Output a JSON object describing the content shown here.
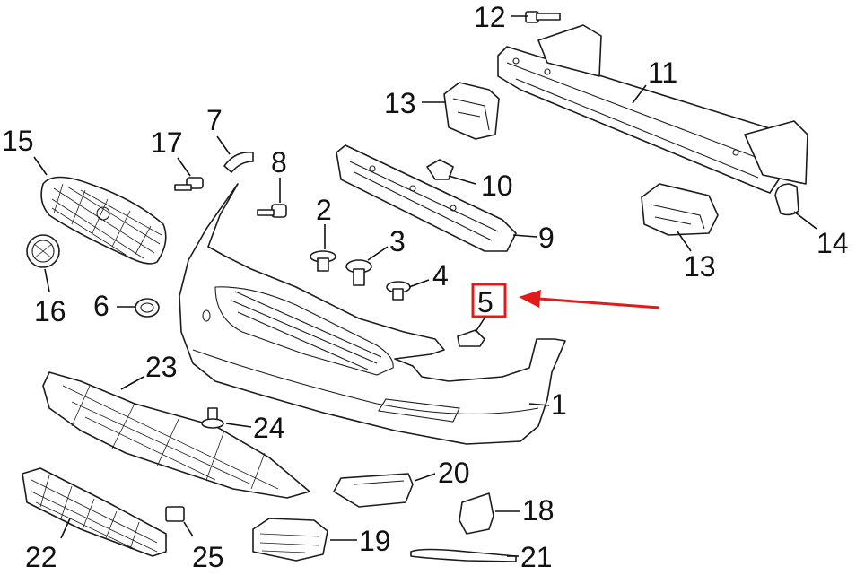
{
  "callouts": [
    {
      "id": "c1",
      "label": "1"
    },
    {
      "id": "c2",
      "label": "2"
    },
    {
      "id": "c3",
      "label": "3"
    },
    {
      "id": "c4",
      "label": "4"
    },
    {
      "id": "c5",
      "label": "5"
    },
    {
      "id": "c6",
      "label": "6"
    },
    {
      "id": "c7",
      "label": "7"
    },
    {
      "id": "c8",
      "label": "8"
    },
    {
      "id": "c9",
      "label": "9"
    },
    {
      "id": "c10",
      "label": "10"
    },
    {
      "id": "c11",
      "label": "11"
    },
    {
      "id": "c12",
      "label": "12"
    },
    {
      "id": "c13a",
      "label": "13"
    },
    {
      "id": "c13b",
      "label": "13"
    },
    {
      "id": "c14",
      "label": "14"
    },
    {
      "id": "c15",
      "label": "15"
    },
    {
      "id": "c16",
      "label": "16"
    },
    {
      "id": "c17",
      "label": "17"
    },
    {
      "id": "c18",
      "label": "18"
    },
    {
      "id": "c19",
      "label": "19"
    },
    {
      "id": "c20",
      "label": "20"
    },
    {
      "id": "c21",
      "label": "21"
    },
    {
      "id": "c22",
      "label": "22"
    },
    {
      "id": "c23",
      "label": "23"
    },
    {
      "id": "c24",
      "label": "24"
    },
    {
      "id": "c25",
      "label": "25"
    }
  ],
  "highlight": {
    "callout": "5",
    "box_color": "#e01b1b",
    "arrow_color": "#e01b1b"
  },
  "colors": {
    "line": "#1c1c1c",
    "background": "#ffffff"
  }
}
